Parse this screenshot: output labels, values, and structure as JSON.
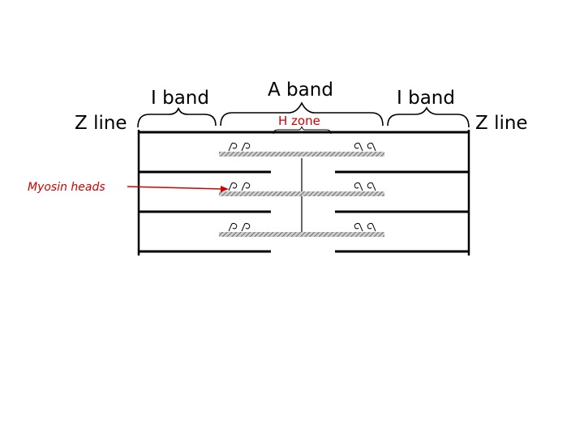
{
  "labels": {
    "z_line_left": "Z line",
    "z_line_right": "Z line",
    "i_band_left": "I band",
    "i_band_right": "I band",
    "a_band": "A band",
    "h_zone": "H zone",
    "myosin_heads": "Myosin heads"
  },
  "colors": {
    "line": "#000000",
    "annotation": "#d40000",
    "thick_filament": "#8a8a8a"
  }
}
